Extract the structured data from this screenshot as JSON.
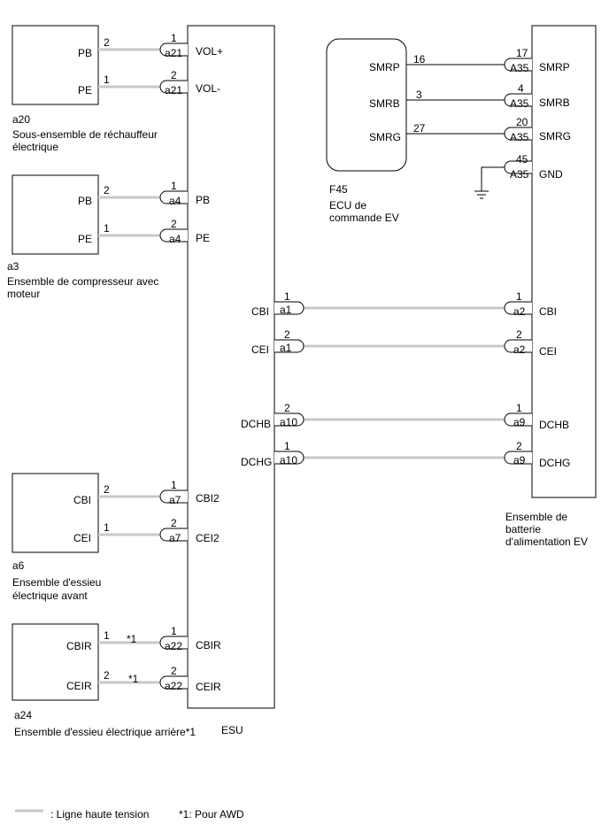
{
  "components": {
    "a20": {
      "id": "a20",
      "name_line1": "Sous-ensemble de réchauffeur",
      "name_line2": "électrique",
      "pin_top": "PB",
      "pin_bottom": "PE"
    },
    "a3": {
      "id": "a3",
      "name_line1": "Ensemble de compresseur avec",
      "name_line2": "moteur",
      "pin_top": "PB",
      "pin_bottom": "PE"
    },
    "a6": {
      "id": "a6",
      "name_line1": "Ensemble d'essieu",
      "name_line2": "électrique avant",
      "pin_top": "CBI",
      "pin_bottom": "CEI"
    },
    "a24": {
      "id": "a24",
      "name_line1": "Ensemble d'essieu électrique arrière*1",
      "pin_top": "CBIR",
      "pin_bottom": "CEIR"
    },
    "esu": {
      "name": "ESU"
    },
    "f45": {
      "id": "F45",
      "name_line1": "ECU de",
      "name_line2": "commande EV",
      "pins": [
        "SMRP",
        "SMRB",
        "SMRG"
      ]
    },
    "battery": {
      "name_line1": "Ensemble de",
      "name_line2": "batterie",
      "name_line3": "d'alimentation EV"
    }
  },
  "wires": {
    "a20_pb": {
      "src_pin": "2",
      "dst_pin": "1",
      "connector": "a21",
      "signal": "VOL+"
    },
    "a20_pe": {
      "src_pin": "1",
      "dst_pin": "2",
      "connector": "a21",
      "signal": "VOL-"
    },
    "a3_pb": {
      "src_pin": "2",
      "dst_pin": "1",
      "connector": "a4",
      "signal": "PB"
    },
    "a3_pe": {
      "src_pin": "1",
      "dst_pin": "2",
      "connector": "a4",
      "signal": "PE"
    },
    "a6_cbi": {
      "src_pin": "2",
      "dst_pin": "1",
      "connector": "a7",
      "signal": "CBI2"
    },
    "a6_cei": {
      "src_pin": "1",
      "dst_pin": "2",
      "connector": "a7",
      "signal": "CEI2"
    },
    "a24_cbir": {
      "src_pin": "1",
      "note": "*1",
      "dst_pin": "1",
      "connector": "a22",
      "signal": "CBIR"
    },
    "a24_ceir": {
      "src_pin": "2",
      "note": "*1",
      "dst_pin": "2",
      "connector": "a22",
      "signal": "CEIR"
    },
    "smrp": {
      "src_pin": "16",
      "dst_pin": "17",
      "connector": "A35",
      "signal": "SMRP"
    },
    "smrb": {
      "src_pin": "3",
      "dst_pin": "4",
      "connector": "A35",
      "signal": "SMRB"
    },
    "smrg": {
      "src_pin": "27",
      "dst_pin": "20",
      "connector": "A35",
      "signal": "SMRG"
    },
    "gnd": {
      "dst_pin": "45",
      "connector": "A35",
      "signal": "GND"
    },
    "cbi": {
      "esu_label": "CBI",
      "esu_pin": "1",
      "esu_conn": "a1",
      "bat_pin": "1",
      "bat_conn": "a2",
      "bat_label": "CBI"
    },
    "cei": {
      "esu_label": "CEI",
      "esu_pin": "2",
      "esu_conn": "a1",
      "bat_pin": "2",
      "bat_conn": "a2",
      "bat_label": "CEI"
    },
    "dchb": {
      "esu_label": "DCHB",
      "esu_pin": "2",
      "esu_conn": "a10",
      "bat_pin": "1",
      "bat_conn": "a9",
      "bat_label": "DCHB"
    },
    "dchg": {
      "esu_label": "DCHG",
      "esu_pin": "1",
      "esu_conn": "a10",
      "bat_pin": "2",
      "bat_conn": "a9",
      "bat_label": "DCHG"
    }
  },
  "legend": {
    "hv_line": ": Ligne haute tension",
    "note": "*1: Pour AWD"
  },
  "colors": {
    "hv_line": "#c8c8c8",
    "stroke": "#000000"
  }
}
